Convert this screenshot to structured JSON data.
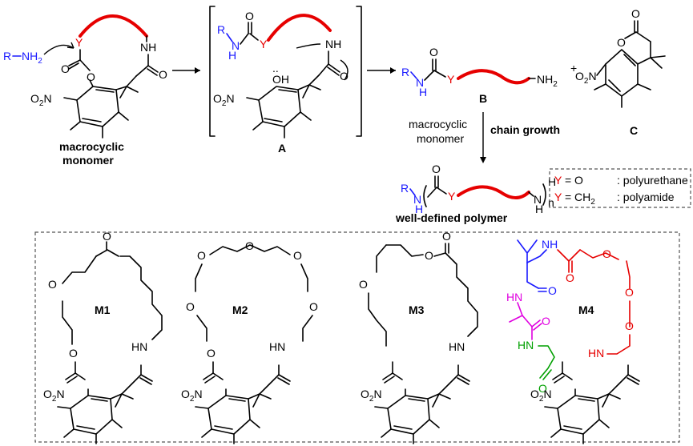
{
  "top": {
    "amine": {
      "r": "R",
      "nh2": "NH",
      "nh2_sub": "2"
    },
    "monomer": {
      "y": "Y",
      "nh": "NH",
      "o1": "O",
      "o2": "O",
      "o3": "O",
      "o4": "O",
      "no2": "O",
      "no2_n": "N",
      "no2_sub": "2",
      "label1": "macrocyclic",
      "label2": "monomer"
    },
    "intermediate": {
      "r": "R",
      "h": "H",
      "n": "N",
      "o": "O",
      "y": "Y",
      "nh": "NH",
      "oh": "OH",
      "o2": "O",
      "no2": "O",
      "no2_n": "N",
      "no2_sub": "2",
      "label": "A"
    },
    "product_b": {
      "r": "R",
      "n": "N",
      "h": "H",
      "o": "O",
      "y": "Y",
      "nh2": "NH",
      "nh2_sub": "2",
      "label": "B",
      "plus": "+"
    },
    "product_c": {
      "o1": "O",
      "o2": "O",
      "no2": "O",
      "no2_n": "N",
      "no2_sub": "2",
      "label": "C"
    },
    "growth": {
      "line1": "macrocyclic",
      "line2": "monomer",
      "bold": "chain growth"
    },
    "polymer": {
      "r": "R",
      "n": "N",
      "h": "H",
      "o": "O",
      "y": "Y",
      "nh": "N",
      "h2": "H",
      "h3": "H",
      "n_sub": "n",
      "label": "well-defined polymer"
    },
    "legend": [
      {
        "y": "Y",
        "eq": " = O",
        "name": ": polyurethane"
      },
      {
        "y": "Y",
        "eq": " = CH",
        "sub": "2",
        "name": ": polyamide"
      }
    ]
  },
  "monomers": [
    {
      "label": "M1"
    },
    {
      "label": "M2"
    },
    {
      "label": "M3"
    },
    {
      "label": "M4"
    }
  ],
  "atoms": {
    "o": "O",
    "hn": "HN",
    "nh": "NH",
    "no2": "O",
    "no2_n": "N",
    "no2_sub": "2",
    "hn_m4": "HN"
  },
  "colors": {
    "red": "#e60000",
    "blue": "#1a1aff",
    "magenta": "#e000e0",
    "green": "#00a000"
  }
}
